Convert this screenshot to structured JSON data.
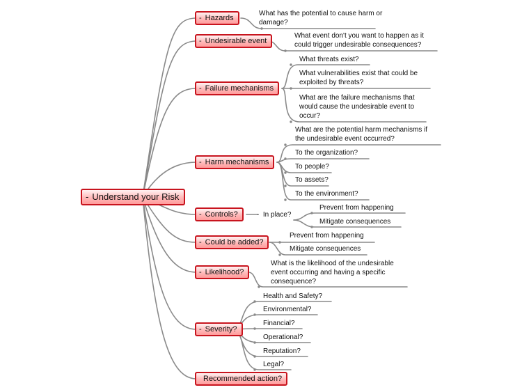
{
  "root": "Understand your Risk",
  "nodes": {
    "hazards": "Hazards",
    "undesirable_event": "Undesirable event",
    "failure_mechanisms": "Failure mechanisms",
    "harm_mechanisms": "Harm mechanisms",
    "controls": "Controls?",
    "in_place": "In place?",
    "could_be_added": "Could be added?",
    "likelihood": "Likelihood?",
    "severity": "Severity?",
    "recommended_action": "Recommended action?"
  },
  "leaves": {
    "hazards_q1": "What has the potential to cause harm or",
    "hazards_q2": "damage?",
    "undesirable_q1": "What event don't you want to happen as it",
    "undesirable_q2": "could trigger undesirable consequences?",
    "failure_threats": "What threats exist?",
    "failure_vuln1": "What vulnerabilities exist that could be",
    "failure_vuln2": "exploited by threats?",
    "failure_mech1": "What are the failure mechanisms that",
    "failure_mech2": "would cause the undesirable event to",
    "failure_mech3": "occur?",
    "harm_q1": "What are the potential harm mechanisms if",
    "harm_q2": "the undesirable event occurred?",
    "harm_org": "To the organization?",
    "harm_people": "To people?",
    "harm_assets": "To assets?",
    "harm_env": "To the environment?",
    "inplace_prevent": "Prevent from happening",
    "inplace_mitigate": "Mitigate consequences",
    "added_prevent": "Prevent from happening",
    "added_mitigate": "Mitigate consequences",
    "likelihood_q1": "What is the likelihood of the undesirable",
    "likelihood_q2": "event occurring and having a specific",
    "likelihood_q3": "consequence?",
    "sev_health": "Health and Safety?",
    "sev_env": "Environmental?",
    "sev_fin": "Financial?",
    "sev_op": "Operational?",
    "sev_rep": "Reputation?",
    "sev_legal": "Legal?"
  }
}
